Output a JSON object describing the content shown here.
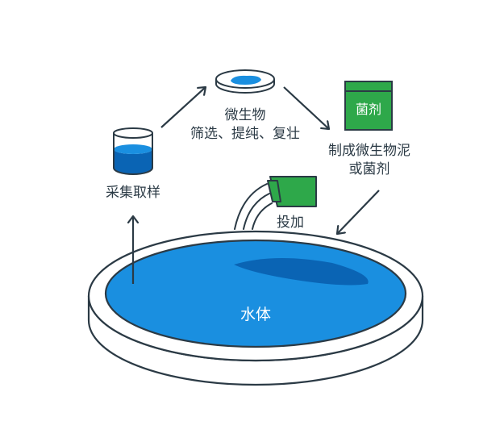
{
  "labels": {
    "sampling": "采集取样",
    "microbe_line1": "微生物",
    "microbe_line2": "筛选、提纯、复壮",
    "product_line1": "制成微生物泥",
    "product_line2": "或菌剂",
    "package": "菌剂",
    "dosing": "投加",
    "water": "水体"
  },
  "colors": {
    "outline": "#2b3a45",
    "water_blue": "#1a8fe0",
    "deep_blue": "#0a64b4",
    "green": "#2ea84a"
  },
  "icons": [
    "beaker-icon",
    "petri-dish-icon",
    "agent-package-icon",
    "dispenser-icon",
    "pond-icon"
  ]
}
